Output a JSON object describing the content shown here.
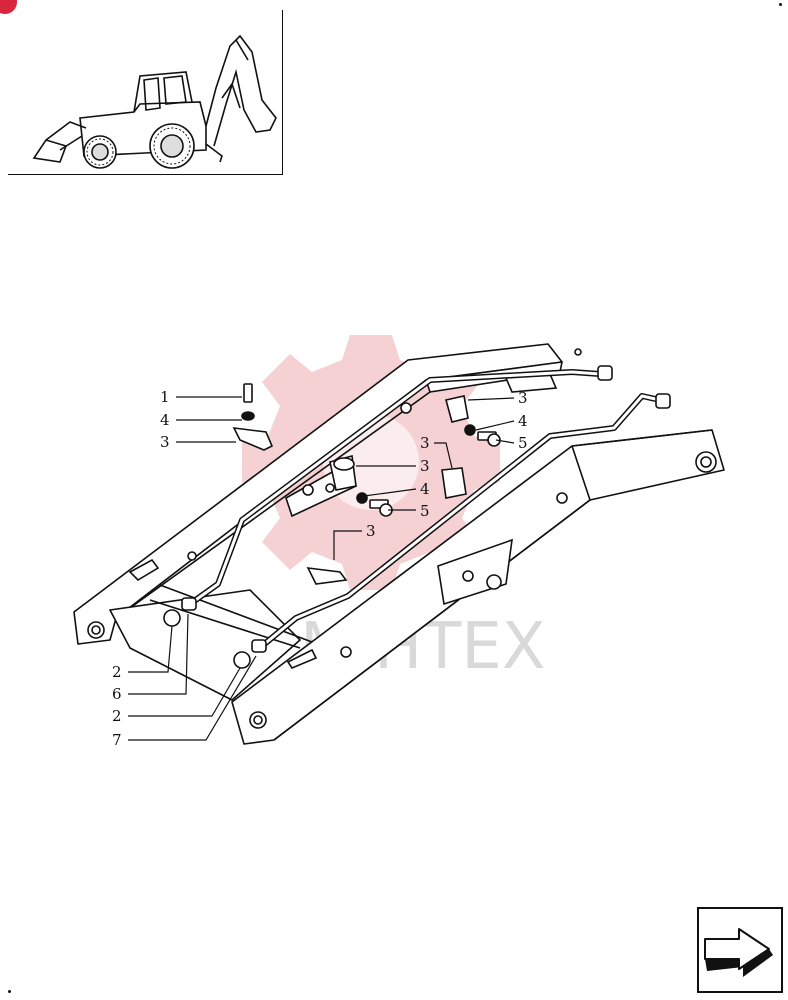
{
  "watermark": {
    "text": "MIHTEX",
    "color": "#e63946"
  },
  "thumbnail": {
    "subject": "backhoe-loader",
    "badge_color": "#d7263d"
  },
  "callouts": [
    {
      "id": "c1",
      "label": "1"
    },
    {
      "id": "c2",
      "label": "4"
    },
    {
      "id": "c3",
      "label": "3"
    },
    {
      "id": "c4",
      "label": "3"
    },
    {
      "id": "c5",
      "label": "4"
    },
    {
      "id": "c6",
      "label": "5"
    },
    {
      "id": "c7",
      "label": "3"
    },
    {
      "id": "c8",
      "label": "3"
    },
    {
      "id": "c9",
      "label": "4"
    },
    {
      "id": "c10",
      "label": "5"
    },
    {
      "id": "c11",
      "label": "3"
    },
    {
      "id": "c12",
      "label": "2"
    },
    {
      "id": "c13",
      "label": "6"
    },
    {
      "id": "c14",
      "label": "2"
    },
    {
      "id": "c15",
      "label": "7"
    }
  ],
  "nav": {
    "icon": "arrow-next-icon"
  }
}
